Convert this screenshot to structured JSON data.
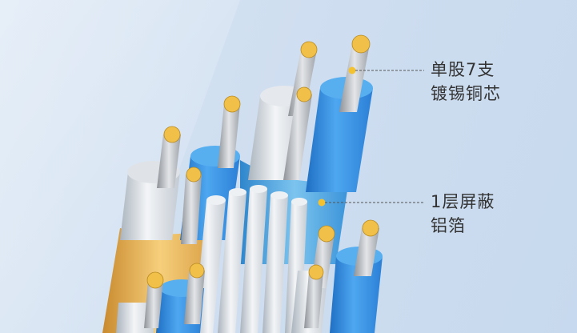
{
  "callouts": [
    {
      "lines": [
        "单股7支",
        "镀锡铜芯"
      ]
    },
    {
      "lines": [
        "1层屏蔽",
        "铝箔"
      ]
    }
  ],
  "colors": {
    "background": "#cfdef0",
    "callout_dot": "#f2c232",
    "callout_line": "#555555",
    "label_text": "#333333",
    "blue_insulation": "#3a93e0",
    "white_insulation": "#e8ebee",
    "gold_foil": "#e8b45a",
    "shield_foil": "#4aa6e0",
    "copper_strand": "#c7c9cc"
  }
}
